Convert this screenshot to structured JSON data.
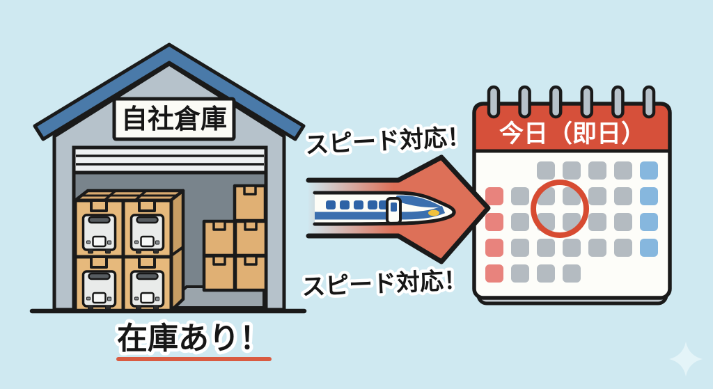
{
  "illustration": {
    "background_color": "#cfe9f1",
    "warehouse": {
      "sign_label": "自社倉庫",
      "stock_label": "在庫あり！",
      "stock_underline_color": "#d95b41",
      "roof_color": "#4a7aa9",
      "wall_color": "#b6c2cb",
      "door_opening_color": "#79848c",
      "big_box_color": "#e6b97c",
      "small_box_color": "#e0b074",
      "big_box_count": 4,
      "small_box_count": 5,
      "box_contents_icon": "tankless-water-heater"
    },
    "delivery": {
      "label_top": "スピード対応！",
      "label_bottom": "スピード対応！",
      "arrow_color": "#dd7058",
      "train_icon": "shinkansen-bullet-train",
      "train_stripe_color": "#3a6fae",
      "train_window_color": "#2e63a6",
      "headlight_color": "#f1c13c"
    },
    "calendar": {
      "title": "今日（即日）",
      "header_color": "#d6503a",
      "ring_color": "#b7c2ca",
      "ring_count": 6,
      "cell_colors": {
        "sunday": "#e8837d",
        "weekday": "#b4bbc1",
        "saturday": "#86b7de"
      },
      "grid": [
        [
          "",
          "",
          "weekday",
          "weekday",
          "weekday",
          "weekday",
          "saturday"
        ],
        [
          "sunday",
          "weekday",
          "weekday",
          "weekday",
          "weekday",
          "weekday",
          "saturday"
        ],
        [
          "sunday",
          "weekday",
          "weekday",
          "weekday",
          "weekday",
          "weekday",
          "saturday"
        ],
        [
          "sunday",
          "weekday",
          "weekday",
          "weekday",
          "weekday",
          "weekday",
          "saturday"
        ],
        [
          "sunday",
          "weekday",
          "weekday",
          "weekday",
          "",
          "",
          ""
        ]
      ],
      "highlight_circle": {
        "color": "#d74b31",
        "spans": "rows 2-3, columns 3-4"
      }
    },
    "sparkle_icon": "four-point-sparkle",
    "sparkle_color": "#e4f4f8"
  }
}
